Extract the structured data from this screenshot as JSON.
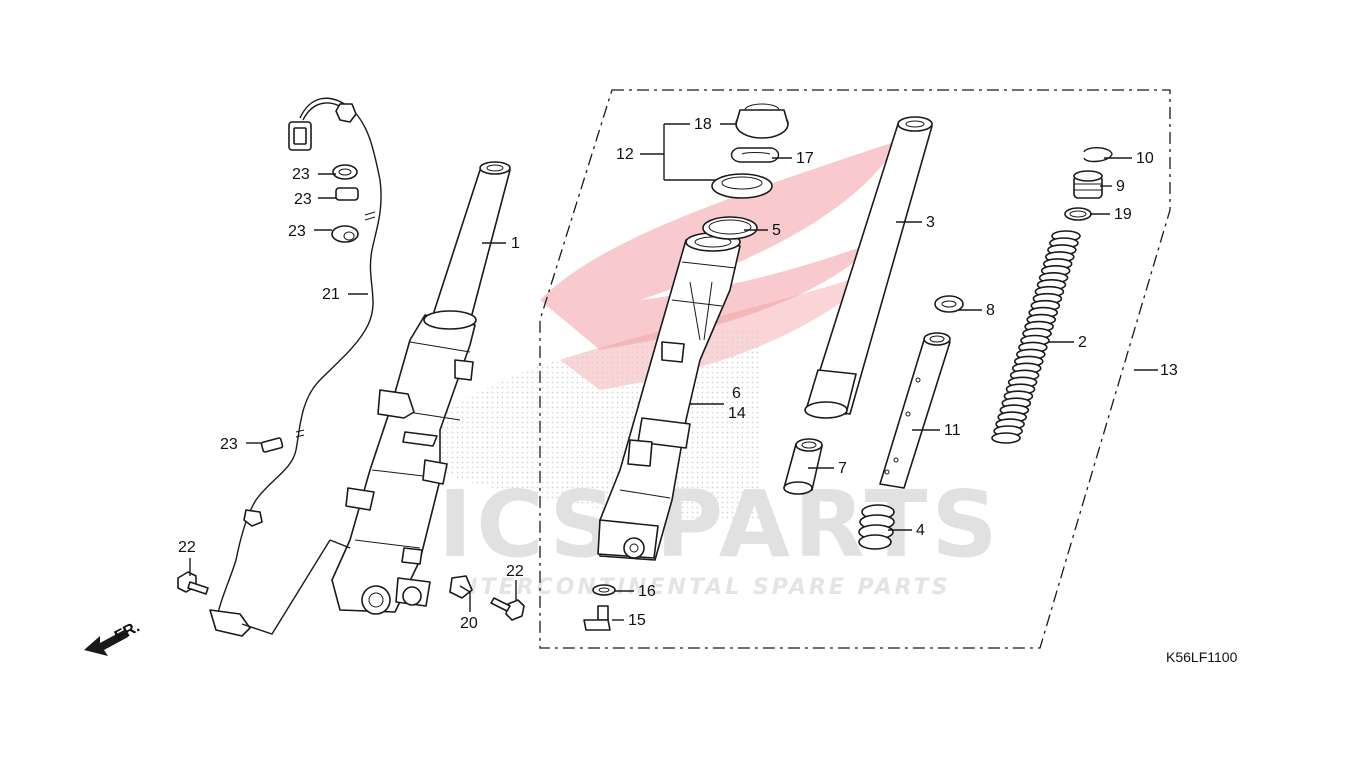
{
  "watermark": {
    "logo_text": "ICS PARTS",
    "tagline": "INTERCONTINENTAL SPARE PARTS",
    "wing_color": "#e8505a"
  },
  "diagram": {
    "code": "K56LF1100",
    "direction_label": "FR.",
    "labels": {
      "p1": "1",
      "p2": "2",
      "p3": "3",
      "p4": "4",
      "p5": "5",
      "p6": "6",
      "p7": "7",
      "p8": "8",
      "p9": "9",
      "p10": "10",
      "p11": "11",
      "p12": "12",
      "p13": "13",
      "p14": "14",
      "p15": "15",
      "p16": "16",
      "p17": "17",
      "p18": "18",
      "p19": "19",
      "p20": "20",
      "p21": "21",
      "p22a": "22",
      "p22b": "22",
      "p23a": "23",
      "p23b": "23",
      "p23c": "23",
      "p23d": "23"
    }
  }
}
